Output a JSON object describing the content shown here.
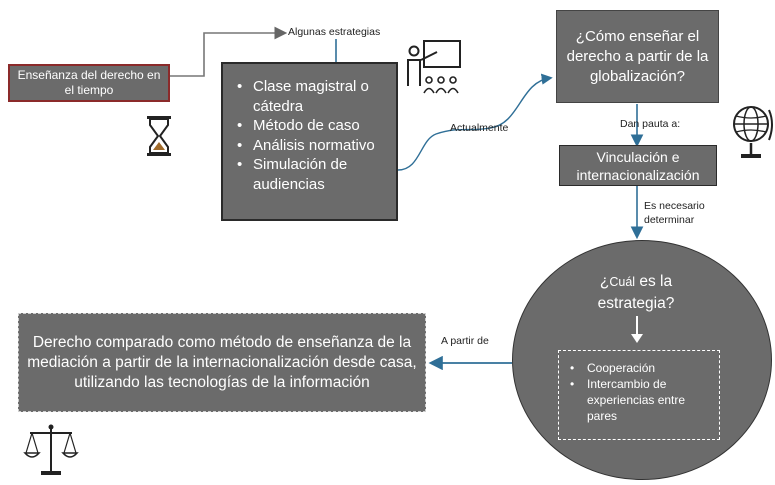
{
  "history": {
    "label": "Enseñanza del derecho en el tiempo"
  },
  "strategies": {
    "label": "Algunas estrategias",
    "items": [
      "Clase magistral o cátedra",
      "Método de caso",
      "Análisis normativo",
      "Simulación de audiencias"
    ]
  },
  "currently": {
    "label": "Actualmente"
  },
  "question": {
    "text": "¿Cómo enseñar el derecho a partir de la globalización?"
  },
  "guides": {
    "label": "Dan pauta a:"
  },
  "linkage": {
    "text": "Vinculación e internacionalización"
  },
  "necessary": {
    "label": "Es necesario determinar"
  },
  "circle": {
    "title_small": "¿",
    "title_word": "Cuál",
    "title_rest": " es la estrategia?",
    "items": [
      "Cooperación",
      "Intercambio de experiencias entre pares"
    ]
  },
  "from": {
    "label": "A partir de"
  },
  "result": {
    "text": "Derecho comparado como método de enseñanza de la mediación a partir de la internacionalización desde casa, utilizando las tecnologías de la información"
  },
  "colors": {
    "box": "#6b6b6b",
    "accent_border": "#8b2a2a",
    "connector": "#2f6f97"
  }
}
